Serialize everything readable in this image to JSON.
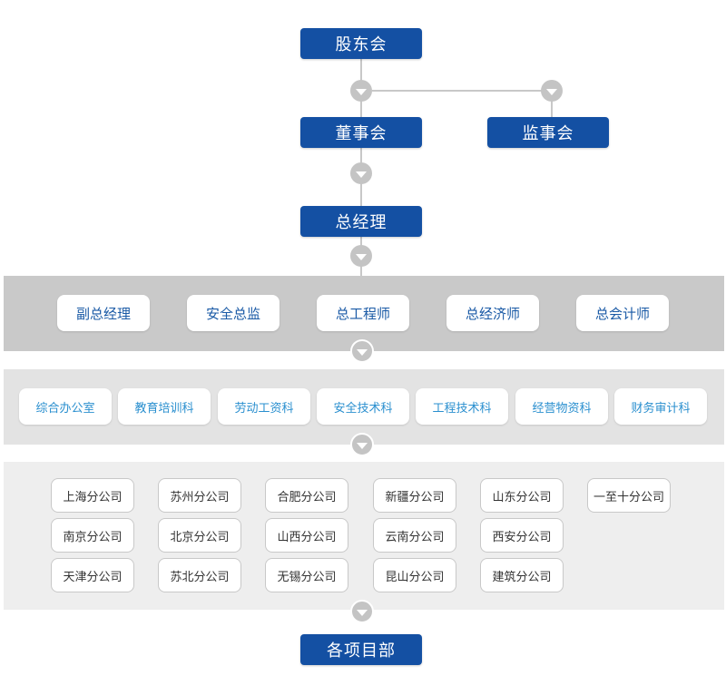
{
  "top": {
    "shareholders": "股东会",
    "board": "董事会",
    "supervisors": "监事会",
    "gm": "总经理"
  },
  "executives": [
    "副总经理",
    "安全总监",
    "总工程师",
    "总经济师",
    "总会计师"
  ],
  "departments": [
    "综合办公室",
    "教育培训科",
    "劳动工资科",
    "安全技术科",
    "工程技术科",
    "经营物资科",
    "财务审计科"
  ],
  "branches": [
    [
      "上海分公司",
      "苏州分公司",
      "合肥分公司",
      "新疆分公司",
      "山东分公司",
      "一至十分公司"
    ],
    [
      "南京分公司",
      "北京分公司",
      "山西分公司",
      "云南分公司",
      "西安分公司"
    ],
    [
      "天津分公司",
      "苏北分公司",
      "无锡分公司",
      "昆山分公司",
      "建筑分公司"
    ]
  ],
  "bottom": {
    "projects": "各项目部"
  },
  "colors": {
    "primary": "#1450a3",
    "connector": "#c8c8c8",
    "exec_text": "#1a5aa6",
    "dept_text": "#2a8fcf"
  }
}
